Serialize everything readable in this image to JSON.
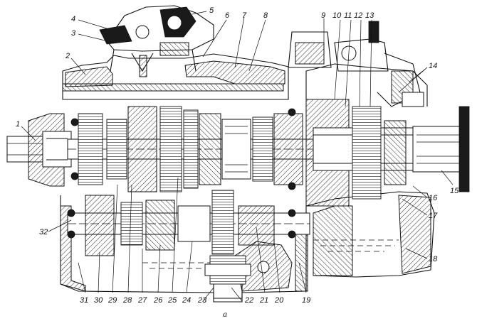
{
  "figure": {
    "caption": "а",
    "callouts": [
      {
        "id": 1,
        "text": "1"
      },
      {
        "id": 2,
        "text": "2"
      },
      {
        "id": 3,
        "text": "3"
      },
      {
        "id": 4,
        "text": "4"
      },
      {
        "id": 5,
        "text": "5"
      },
      {
        "id": 6,
        "text": "6"
      },
      {
        "id": 7,
        "text": "7"
      },
      {
        "id": 8,
        "text": "8"
      },
      {
        "id": 9,
        "text": "9"
      },
      {
        "id": 10,
        "text": "10"
      },
      {
        "id": 11,
        "text": "11"
      },
      {
        "id": 12,
        "text": "12"
      },
      {
        "id": 13,
        "text": "13"
      },
      {
        "id": 14,
        "text": "14"
      },
      {
        "id": 15,
        "text": "15"
      },
      {
        "id": 16,
        "text": "16"
      },
      {
        "id": 17,
        "text": "17"
      },
      {
        "id": 18,
        "text": "18"
      },
      {
        "id": 19,
        "text": "19"
      },
      {
        "id": 20,
        "text": "20"
      },
      {
        "id": 21,
        "text": "21"
      },
      {
        "id": 22,
        "text": "22"
      },
      {
        "id": 23,
        "text": "23"
      },
      {
        "id": 24,
        "text": "24"
      },
      {
        "id": 25,
        "text": "25"
      },
      {
        "id": 26,
        "text": "26"
      },
      {
        "id": 27,
        "text": "27"
      },
      {
        "id": 28,
        "text": "28"
      },
      {
        "id": 29,
        "text": "29"
      },
      {
        "id": 30,
        "text": "30"
      },
      {
        "id": 31,
        "text": "31"
      },
      {
        "id": 32,
        "text": "32"
      }
    ]
  }
}
